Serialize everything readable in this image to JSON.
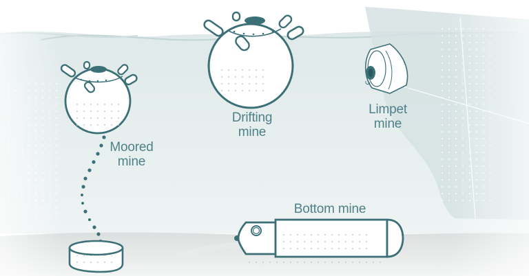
{
  "labels": {
    "moored": [
      "Moored",
      "mine"
    ],
    "drifting": [
      "Drifting",
      "mine"
    ],
    "limpet": [
      "Limpet",
      "mine"
    ],
    "bottom": "Bottom mine"
  },
  "colors": {
    "outline": "#3c7077",
    "label": "#4f8189",
    "water": "#e3ecec",
    "seabed": "#e4e6e6",
    "hull": "#d8e3e4",
    "fill": "#ffffff"
  }
}
